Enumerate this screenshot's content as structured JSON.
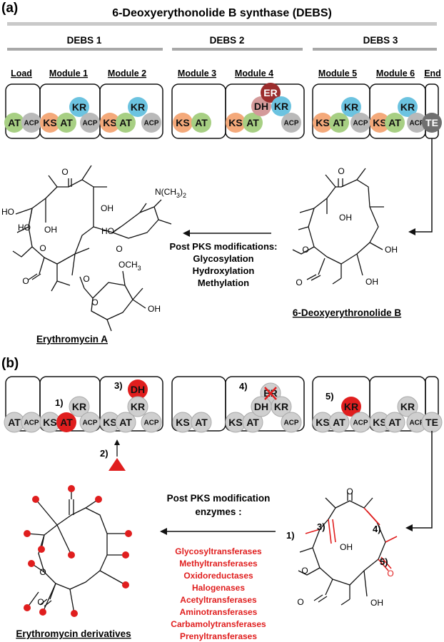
{
  "panel_a": {
    "label": "(a)",
    "title": "6-Deoxyerythonolide B synthase (DEBS)",
    "groups": [
      "DEBS 1",
      "DEBS 2",
      "DEBS 3"
    ],
    "modules": [
      "Load",
      "Module 1",
      "Module 2",
      "Module 3",
      "Module 4",
      "Module 5",
      "Module 6",
      "End"
    ],
    "arrow_text": [
      "Post PKS modifications:",
      "Glycosylation",
      "Hydroxylation",
      "Methylation"
    ],
    "product_name": "6-Deoxyerythronolide B",
    "final_name": "Erythromycin A",
    "substituents": {
      "oh": "OH",
      "ho": "HO",
      "amine": "N(CH3)2",
      "methoxy": "OCH3",
      "o": "O"
    }
  },
  "panel_b": {
    "label": "(b)",
    "markers": [
      "1)",
      "2)",
      "3)",
      "4)",
      "5)"
    ],
    "arrow_text": [
      "Post PKS modification",
      "enzymes :"
    ],
    "enzymes": [
      "Glycosyltransferases",
      "Methyltransferases",
      "Oxidoreductases",
      "Halogenases",
      "Acetyltransferases",
      "Aminotransferases",
      "Carbamolytransferases",
      "Prenyltransferases"
    ],
    "derivatives_name": "Erythromycin derivatives"
  },
  "domains": {
    "ks": "KS",
    "at": "AT",
    "kr": "KR",
    "acp": "ACP",
    "dh": "DH",
    "er": "ER",
    "te": "TE"
  },
  "colors": {
    "ks": "#f4a97a",
    "at": "#a7cf83",
    "kr": "#6cc3e0",
    "acp": "#b9b9b9",
    "dh": "#d49a9a",
    "er": "#9b2d2d",
    "te": "#6f6f6f",
    "grey": "#cfcfcf",
    "highlight": "#e01e1e",
    "bar": "#a8a8a8"
  }
}
